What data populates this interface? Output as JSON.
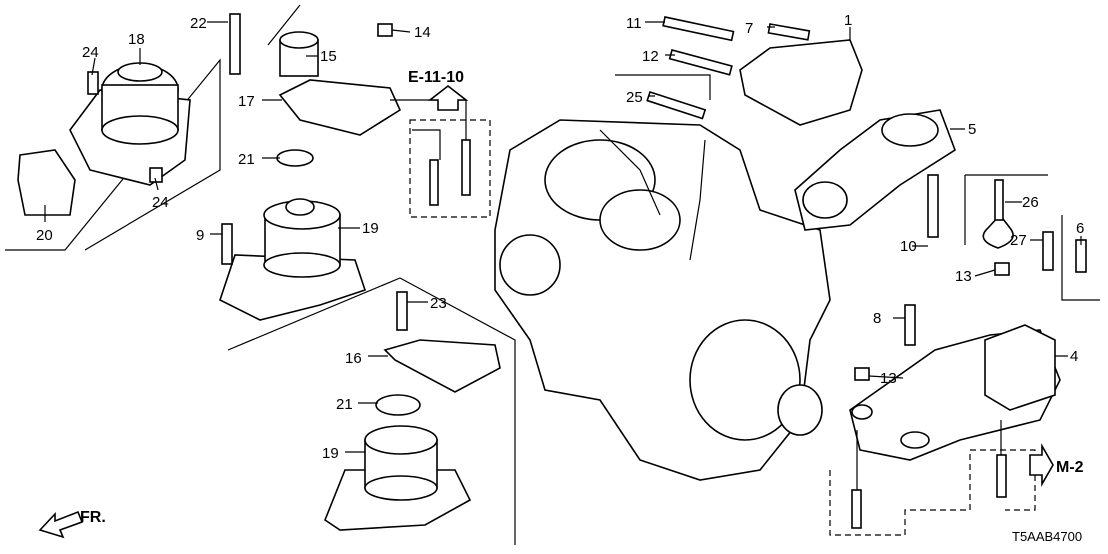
{
  "diagram": {
    "callouts": [
      "22",
      "14",
      "18",
      "15",
      "24",
      "17",
      "21",
      "24",
      "20",
      "9",
      "19",
      "23",
      "16",
      "21",
      "19",
      "11",
      "7",
      "1",
      "12",
      "25",
      "5",
      "26",
      "6",
      "10",
      "27",
      "13",
      "8",
      "4",
      "13"
    ],
    "references": {
      "e_ref": "E-11-10",
      "m_ref": "M-2"
    },
    "direction_label": "FR.",
    "diagram_code": "T5AAB4700"
  }
}
